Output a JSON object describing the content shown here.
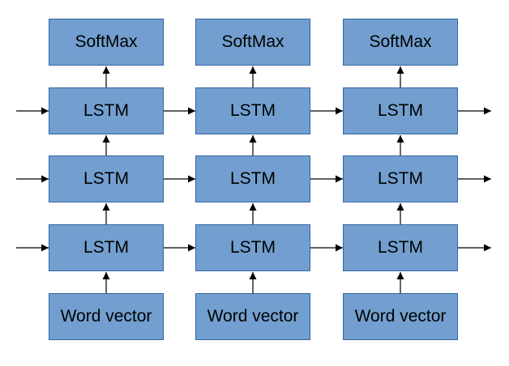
{
  "columns": [
    {
      "softmax": "SoftMax",
      "lstm_top": "LSTM",
      "lstm_middle": "LSTM",
      "lstm_bottom": "LSTM",
      "input": "Word vector"
    },
    {
      "softmax": "SoftMax",
      "lstm_top": "LSTM",
      "lstm_middle": "LSTM",
      "lstm_bottom": "LSTM",
      "input": "Word vector"
    },
    {
      "softmax": "SoftMax",
      "lstm_top": "LSTM",
      "lstm_middle": "LSTM",
      "lstm_bottom": "LSTM",
      "input": "Word vector"
    }
  ],
  "colors": {
    "node_fill": "#729fcf",
    "node_border": "#3465a4",
    "arrow": "#000000"
  }
}
